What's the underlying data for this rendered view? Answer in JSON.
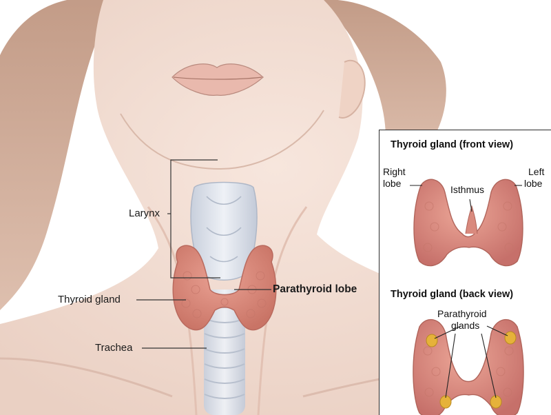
{
  "main_labels": {
    "larynx": "Larynx",
    "thyroid_gland": "Thyroid gland",
    "trachea": "Trachea",
    "parathyroid_lobe": "Parathyroid lobe"
  },
  "inset_front": {
    "title": "Thyroid gland (front view)",
    "right_lobe_line1": "Right",
    "right_lobe_line2": "lobe",
    "isthmus": "Isthmus",
    "left_lobe_line1": "Left",
    "left_lobe_line2": "lobe"
  },
  "inset_back": {
    "title": "Thyroid gland (back view)",
    "parathyroid_line1": "Parathyroid",
    "parathyroid_line2": "glands"
  },
  "colors": {
    "skin": "#f2dcd2",
    "hair": "#c99b85",
    "thyroid": "#d98a7e",
    "cartilage": "#dfe5ef",
    "parathyroid": "#e6b23a"
  }
}
